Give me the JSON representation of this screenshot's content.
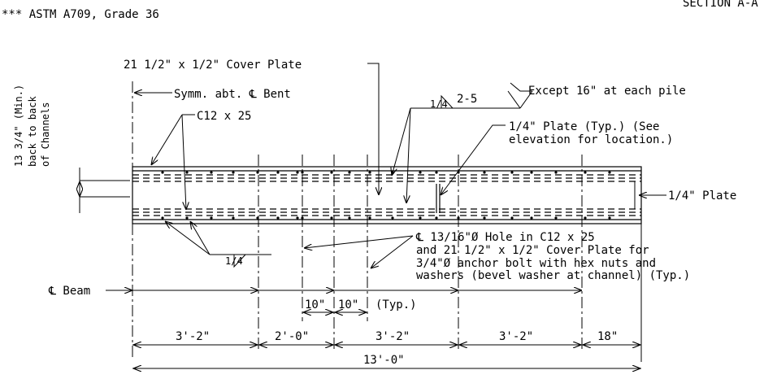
{
  "header": {
    "note": "*** ASTM A709, Grade 36",
    "section_title": "SECTION A-A"
  },
  "labels": {
    "cover_plate": "21 1/2\" x 1/2\" Cover Plate",
    "symm": "Symm. abt. ℄ Bent",
    "channel": "C12 x 25",
    "weld_fraction": "1/4",
    "weld_spec": "2-5",
    "except": "Except 16\" at each pile",
    "plate_typ_1": "1/4\" Plate (Typ.) (See",
    "plate_typ_2": "elevation for location.)",
    "end_plate": "1/4\" Plate",
    "hole_1": "℄ 13/16\"Ø Hole in C12 x 25",
    "hole_2": "and 21 1/2\" x 1/2\" Cover Plate for",
    "hole_3": "3/4\"Ø anchor bolt with hex nuts and",
    "hole_4": "washers (bevel washer at channel) (Typ.)",
    "beam": "℄ Beam",
    "weld_fraction_2": "1/4",
    "vert_1": "13 3/4\" (Min.)",
    "vert_2": "back to back",
    "vert_3": "of Channels"
  },
  "dimensions": {
    "spacing_a": "10\"",
    "spacing_b": "10\"",
    "spacing_typ": "(Typ.)",
    "seg_1": "3'-2\"",
    "seg_2": "2'-0\"",
    "seg_3": "3'-2\"",
    "seg_4": "3'-2\"",
    "seg_5": "18\"",
    "overall": "13'-0\""
  }
}
